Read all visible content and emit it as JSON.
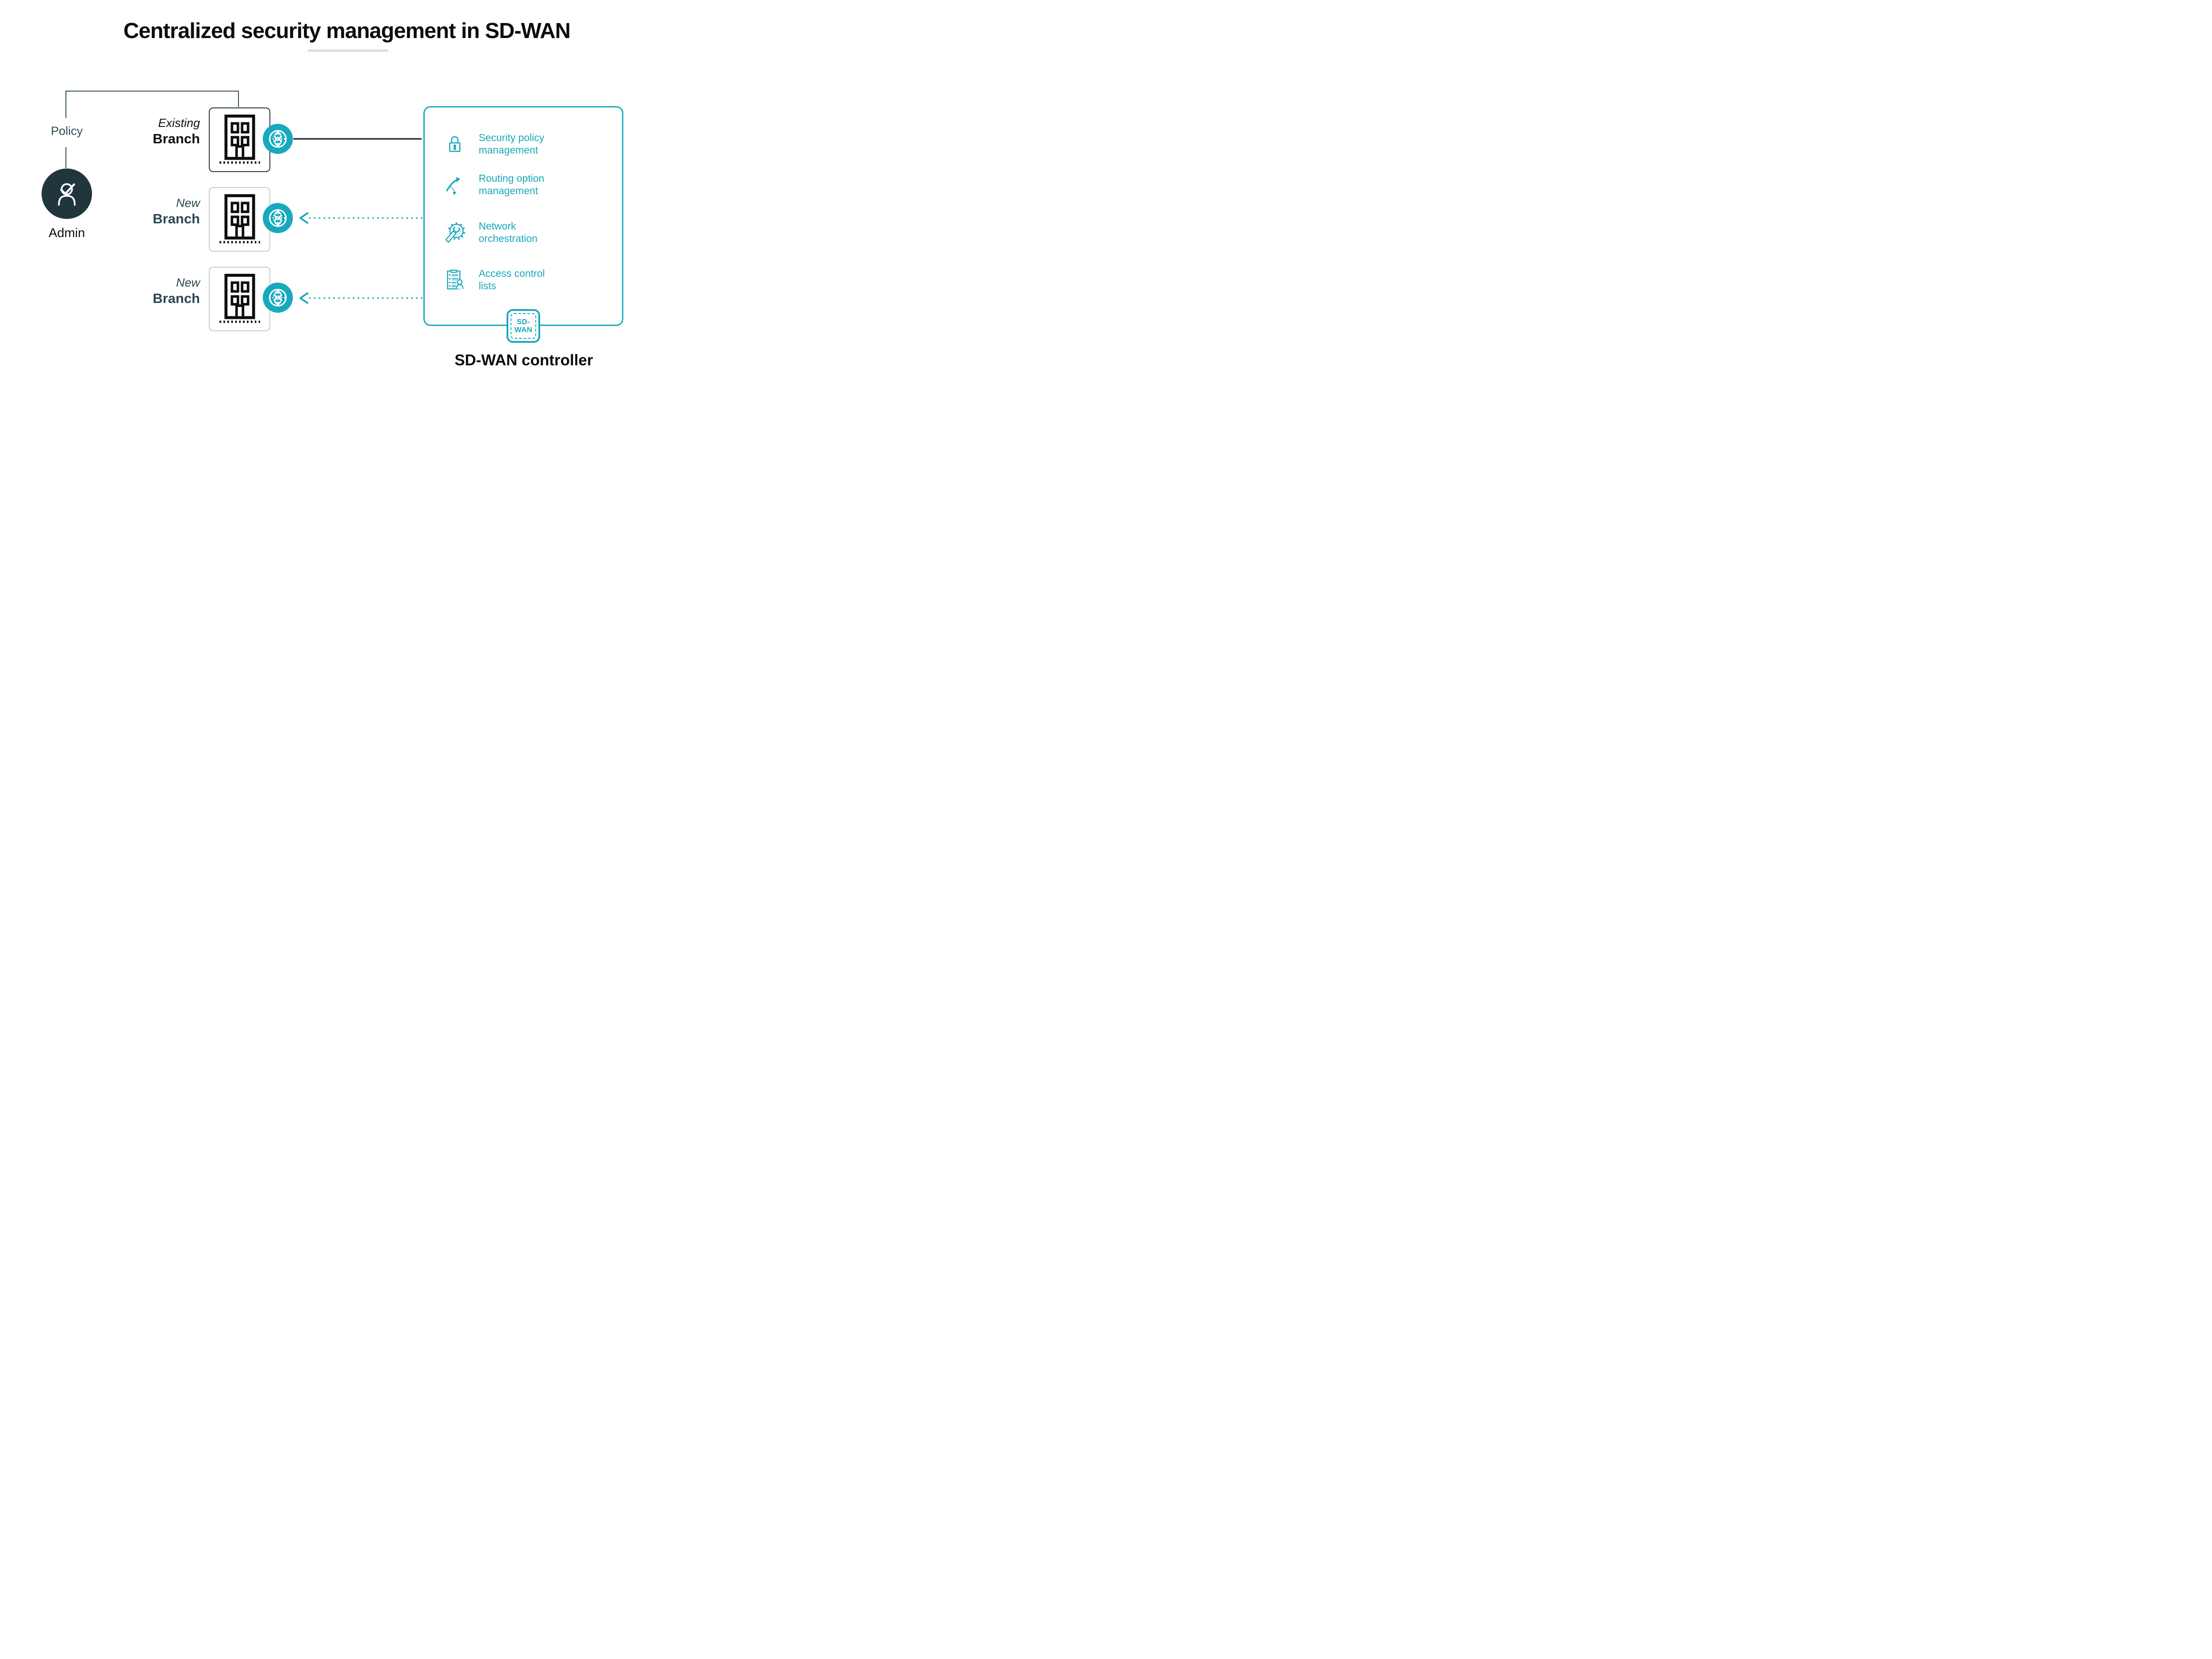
{
  "title": "Centralized security management in SD-WAN",
  "admin": {
    "policy_label": "Policy",
    "admin_label": "Admin"
  },
  "branches": [
    {
      "type_label": "Existing",
      "name_label": "Branch",
      "state": "existing"
    },
    {
      "type_label": "New",
      "name_label": "Branch",
      "state": "new"
    },
    {
      "type_label": "New",
      "name_label": "Branch",
      "state": "new"
    }
  ],
  "controller": {
    "features": [
      {
        "icon": "lock-icon",
        "lines": [
          "Security policy",
          "management"
        ]
      },
      {
        "icon": "route-arrows-icon",
        "lines": [
          "Routing option",
          "management"
        ]
      },
      {
        "icon": "gear-wrench-icon",
        "lines": [
          "Network",
          "orchestration"
        ]
      },
      {
        "icon": "clipboard-person-icon",
        "lines": [
          "Access control",
          "lists"
        ]
      }
    ],
    "badge": {
      "line1": "SD-",
      "line2": "WAN"
    },
    "label": "SD-WAN controller"
  },
  "colors": {
    "accent_teal": "#18a9bd",
    "teal_fill": "#17a9be",
    "dark_slate": "#2c4a50",
    "connector_dark": "#22343b",
    "new_branch_text": "#2b4850",
    "card_gray_border": "#c9c9c9",
    "text_black": "#0d0d0d",
    "underline_gray": "#dcdcdc"
  }
}
